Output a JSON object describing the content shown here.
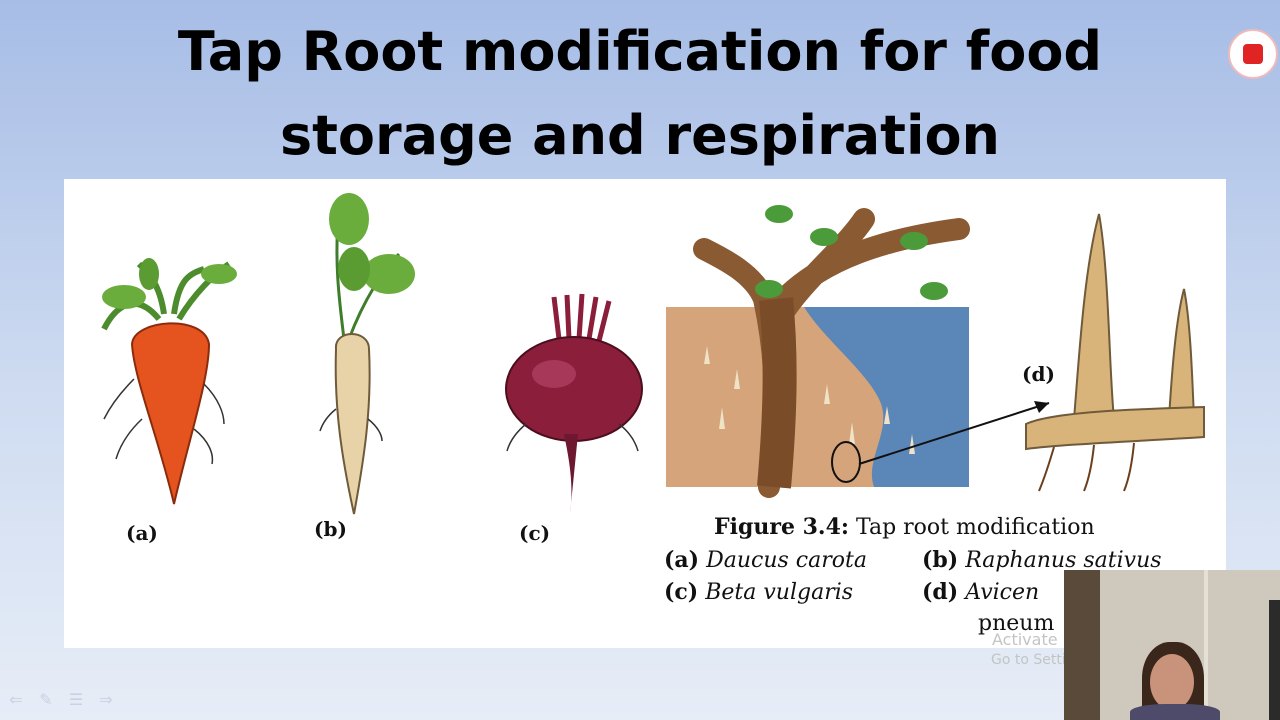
{
  "slide": {
    "title_line1": "Tap Root modification for food",
    "title_line2": "storage and respiration"
  },
  "figure": {
    "labels": {
      "a": "(a)",
      "b": "(b)",
      "c": "(c)",
      "d": "(d)"
    },
    "caption": {
      "heading_bold": "Figure 3.4:",
      "heading_text": "Tap root modification",
      "row1": [
        {
          "key": "(a)",
          "name": "Daucus carota"
        },
        {
          "key": "(b)",
          "name": "Raphanus sativus"
        }
      ],
      "row2": [
        {
          "key": "(c)",
          "name": "Beta vulgaris"
        },
        {
          "key": "(d)",
          "name": "Avicen"
        }
      ],
      "row3_name": "pneum"
    }
  },
  "watermark": {
    "line1": "Activate",
    "line2": "Go to Setti"
  },
  "colors": {
    "record_red": "#e02424",
    "carrot": "#e5531f",
    "radish": "#e8d3a8",
    "beet": "#8b1e3a",
    "water": "#5b86b8",
    "mud": "#d5a47a"
  },
  "icons": [
    "record-stop-icon",
    "nav-prev-icon",
    "pen-icon",
    "menu-icon",
    "nav-next-icon"
  ]
}
